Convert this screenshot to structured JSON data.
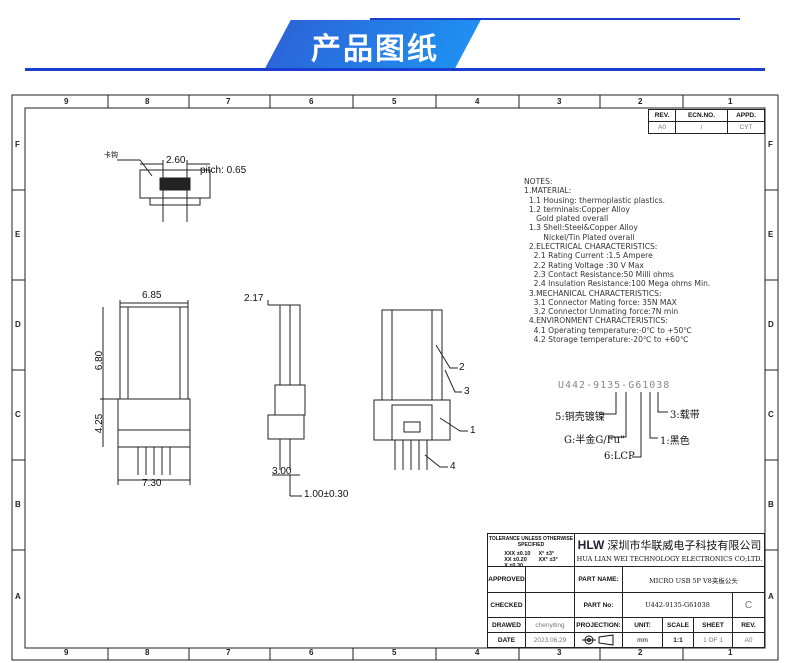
{
  "header": {
    "title": "产品图纸"
  },
  "grid": {
    "columns": [
      "9",
      "8",
      "7",
      "6",
      "5",
      "4",
      "3",
      "2",
      "1"
    ],
    "rows": [
      "F",
      "E",
      "D",
      "C",
      "B",
      "A"
    ]
  },
  "revision": {
    "headers": [
      "REV.",
      "ECN.NO.",
      "APPD."
    ],
    "values": [
      "A0",
      "/",
      "CYT"
    ]
  },
  "dimensions": {
    "d1": "2.60",
    "pitch": "pitch: 0.65",
    "clip": "卡钩",
    "d2": "6.85",
    "d3": "6.80",
    "d4": "4.25",
    "d5": "7.30",
    "d6": "2.17",
    "d7": "3.00",
    "d8": "1.00±0.30",
    "callouts": [
      "2",
      "3",
      "1",
      "4"
    ]
  },
  "notes": "NOTES:\n1.MATERIAL:\n  1.1 Housing: thermoplastic plastics.\n  1.2 terminals:Copper Alloy\n     Gold plated overall\n  1.3 Shell:Steel&Copper Alloy\n        Nickel/Tin Plated overall\n  2.ELECTRICAL CHARACTERISTICS:\n    2.1 Rating Current :1.5 Ampere\n    2.2 Rating Voltage :30 V Max\n    2.3 Contact Resistance:50 Milli ohms\n    2.4 Insulation Resistance:100 Mega ohms Min.\n  3.MECHANICAL CHARACTERISTICS:\n    3.1 Connector Mating force: 35N MAX\n    3.2 Connector Unmating force:7N min\n  4.ENVIRONMENT CHARACTERISTICS:\n    4.1 Operating temperature:-0℃ to +50℃\n    4.2 Storage temperature:-20℃ to +60℃",
  "part_code": {
    "code": "U442-9135-G61038",
    "labels": [
      "5:铜壳镀镍",
      "3:载带",
      "G:半金G/Fu\"",
      "1:黑色",
      "6:LCP"
    ]
  },
  "title_block": {
    "tolerance_title": "TOLERANCE UNLESS OTHERWISE SPECIFIED",
    "tolerance_linear": "XXX ±0.10\nXX ±0.20\nX ±0.30",
    "tolerance_angle": "X° ±3°\nXX° ±3°",
    "logo": "HLW",
    "company_cn": "深圳市华联威电子科技有限公司",
    "company_en": "HUA LIAN WEI TECHNOLOGY ELECTRONICS CO;LTD.",
    "approved": "APPROVED",
    "checked": "CHECKED",
    "drawed": "DRAWED",
    "date_label": "DATE",
    "drawer": "chenyiting",
    "date": "2023.06.29",
    "part_name_label": "PART NAME:",
    "part_name": "MICRO USB 5P V8夹板公头",
    "part_no_label": "PART No:",
    "part_no": "U442-9135-G61038",
    "size": "C",
    "projection": "PROJECTION:",
    "unit_label": "UNIT:",
    "unit": "mm",
    "scale_label": "SCALE",
    "scale": "1:1",
    "sheet_label": "SHEET",
    "sheet": "1 OF 1",
    "rev_label": "REV.",
    "rev": "A0"
  }
}
